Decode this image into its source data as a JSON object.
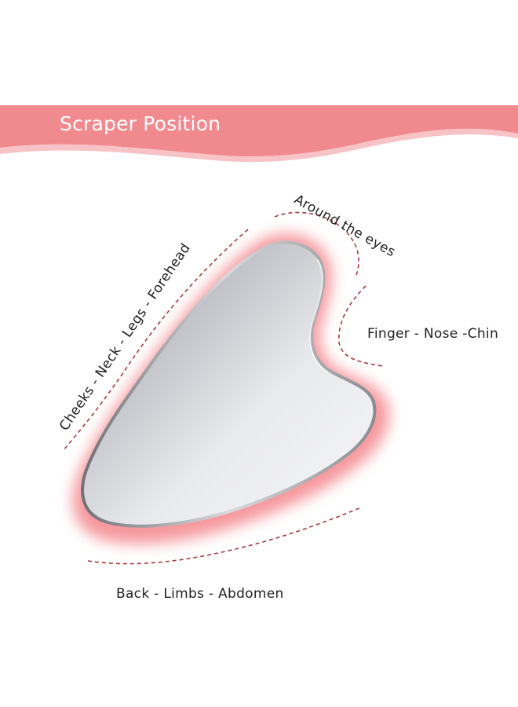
{
  "banner": {
    "title": "Scraper Position",
    "color": "#F08A8F"
  },
  "labels": {
    "around_eyes": "Around the eyes",
    "finger_nose_chin": "Finger - Nose -Chin",
    "cheeks_neck_legs_forehead": "Cheeks - Neck - Legs - Forehead",
    "back_limbs_abdomen": "Back - Limbs - Abdomen"
  },
  "product": {
    "icon": "gua-sha-scraper-icon",
    "glow_color": "#F4868C",
    "guide_line_color": "#A63A3F"
  }
}
